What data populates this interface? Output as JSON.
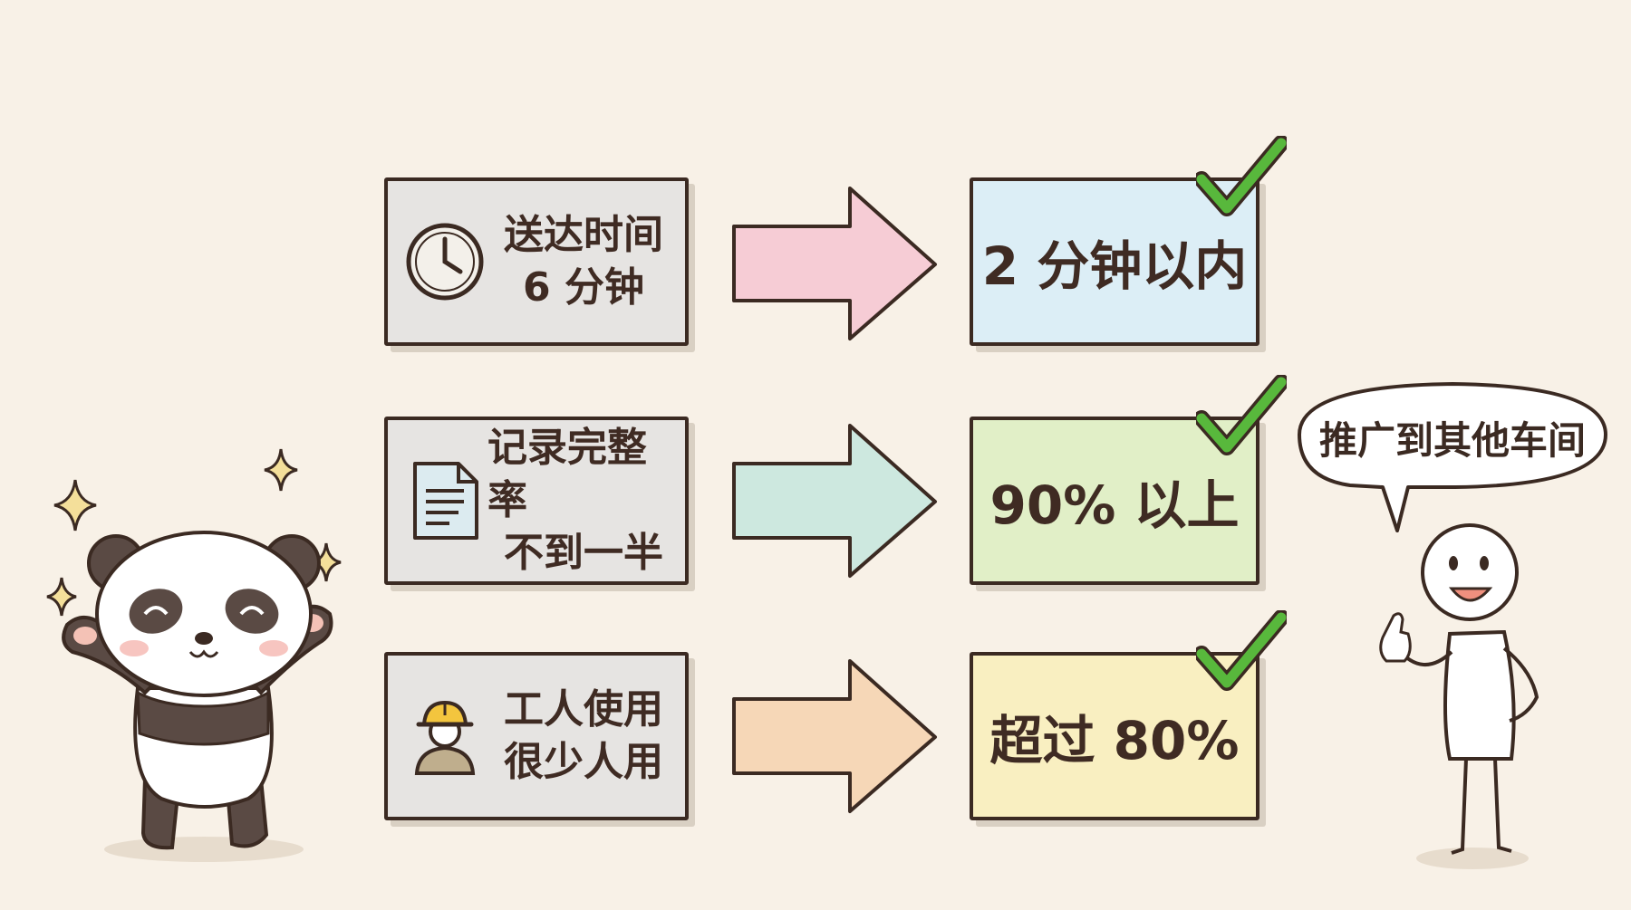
{
  "rows": [
    {
      "before_lines": [
        "送达时间",
        "6 分钟"
      ],
      "before_icon": "clock-icon",
      "after": "2 分钟以内",
      "after_color": "#dceef6",
      "arrow_color": "#f6ccd5"
    },
    {
      "before_lines": [
        "记录完整率",
        "不到一半"
      ],
      "before_icon": "document-icon",
      "after": "90% 以上",
      "after_color": "#e1efc7",
      "arrow_color": "#cde8df"
    },
    {
      "before_lines": [
        "工人使用",
        "很少人用"
      ],
      "before_icon": "worker-icon",
      "after": "超过 80%",
      "after_color": "#f9efc1",
      "arrow_color": "#f6d7b7"
    }
  ],
  "speech_bubble": "推广到其他车间",
  "colors": {
    "background": "#f8f1e7",
    "before_fill": "#e6e4e2",
    "check": "#58b83c",
    "outline": "#3b2a22"
  }
}
